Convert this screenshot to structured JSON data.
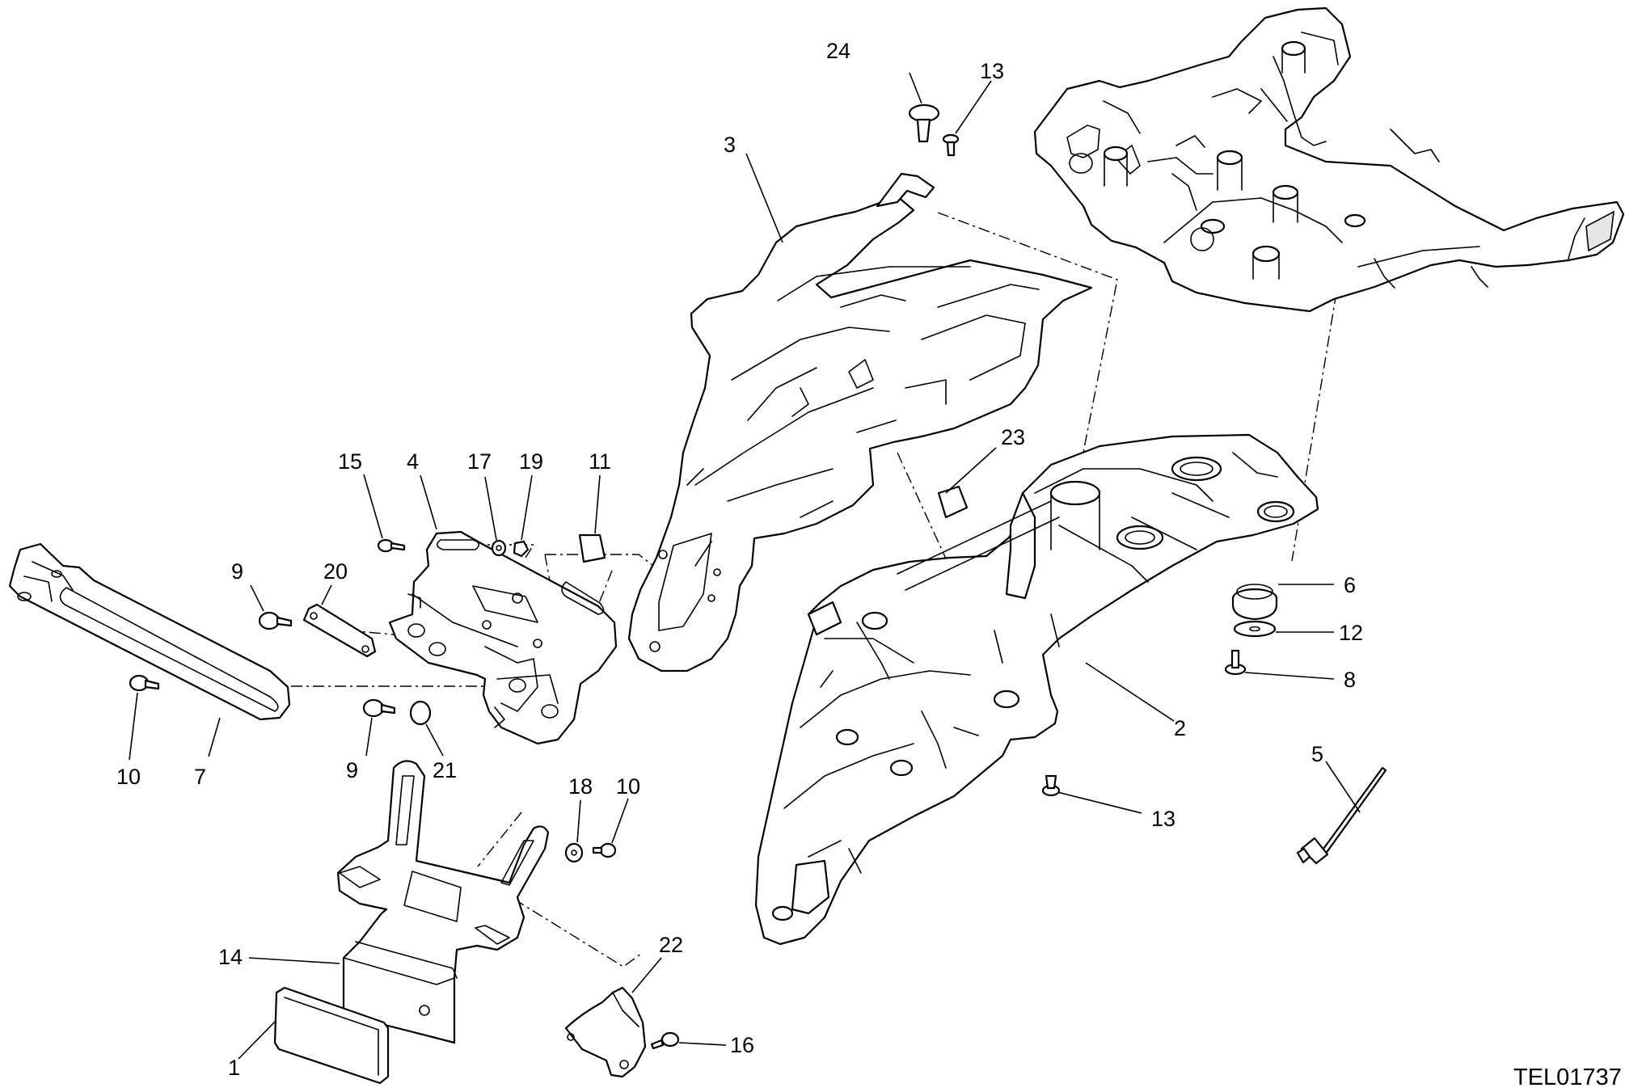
{
  "drawing_code": "TEL01737",
  "callouts": [
    {
      "id": "c1",
      "text": "1"
    },
    {
      "id": "c2",
      "text": "2"
    },
    {
      "id": "c3",
      "text": "3"
    },
    {
      "id": "c4",
      "text": "4"
    },
    {
      "id": "c5",
      "text": "5"
    },
    {
      "id": "c6",
      "text": "6"
    },
    {
      "id": "c7",
      "text": "7"
    },
    {
      "id": "c8",
      "text": "8"
    },
    {
      "id": "c9a",
      "text": "9"
    },
    {
      "id": "c9b",
      "text": "9"
    },
    {
      "id": "c10a",
      "text": "10"
    },
    {
      "id": "c10b",
      "text": "10"
    },
    {
      "id": "c11",
      "text": "11"
    },
    {
      "id": "c12",
      "text": "12"
    },
    {
      "id": "c13a",
      "text": "13"
    },
    {
      "id": "c13b",
      "text": "13"
    },
    {
      "id": "c14",
      "text": "14"
    },
    {
      "id": "c15",
      "text": "15"
    },
    {
      "id": "c16",
      "text": "16"
    },
    {
      "id": "c17",
      "text": "17"
    },
    {
      "id": "c18",
      "text": "18"
    },
    {
      "id": "c19",
      "text": "19"
    },
    {
      "id": "c20",
      "text": "20"
    },
    {
      "id": "c21",
      "text": "21"
    },
    {
      "id": "c22",
      "text": "22"
    },
    {
      "id": "c23",
      "text": "23"
    },
    {
      "id": "c24",
      "text": "24"
    }
  ]
}
